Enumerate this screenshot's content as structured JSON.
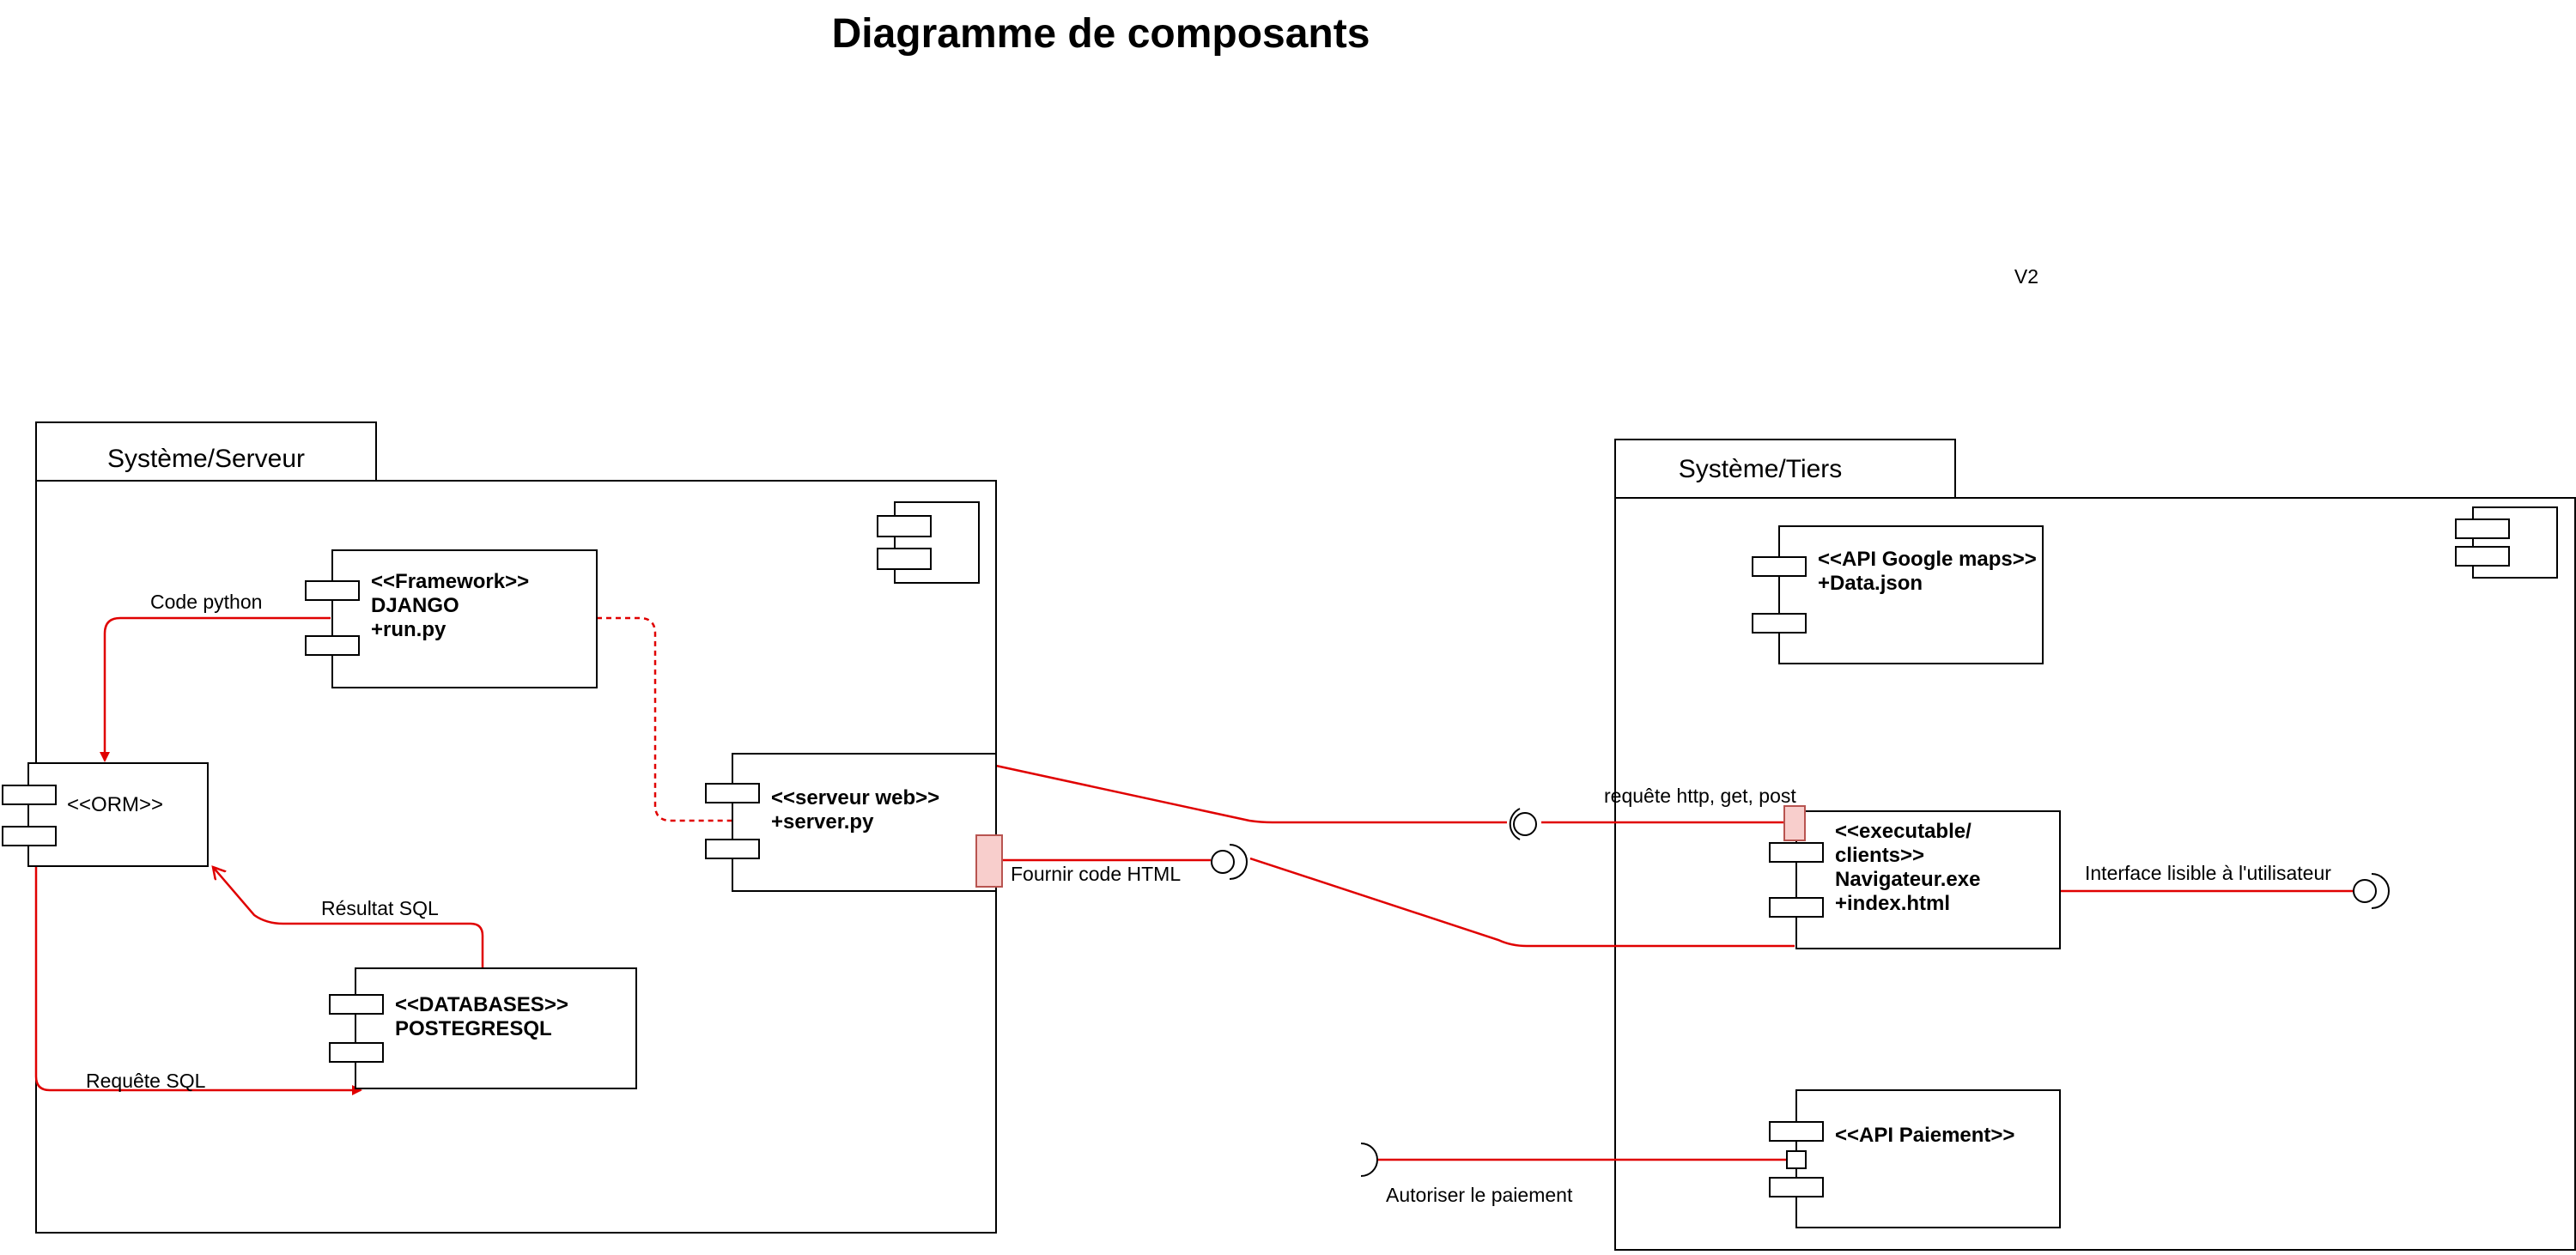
{
  "title": "Diagramme de composants",
  "version": "V2",
  "packages": {
    "server": "Système/Serveur",
    "third_party": "Système/Tiers"
  },
  "components": {
    "framework": {
      "stereotype": "<<Framework>>",
      "name": "DJANGO",
      "detail": "+run.py"
    },
    "orm": {
      "stereotype": "<<ORM>>"
    },
    "webserver": {
      "stereotype": "<<serveur web>>",
      "detail": "+server.py"
    },
    "database": {
      "stereotype": "<<DATABASES>>",
      "name": "POSTEGRESQL"
    },
    "google_maps": {
      "stereotype": "<<API Google maps>>",
      "detail": "+Data.json"
    },
    "browser": {
      "stereotype": "<<executable/",
      "stereotype2": "clients>>",
      "name": "Navigateur.exe",
      "detail": "+index.html"
    },
    "payment": {
      "stereotype": "<<API Paiement>>"
    }
  },
  "connectors": {
    "python_code": "Code python",
    "sql_result": "Résultat SQL",
    "sql_query": "Requête SQL",
    "html_provide": "Fournir code HTML",
    "http_request": "requête http, get, post",
    "user_interface": "Interface lisible à l'utilisateur",
    "authorize_payment": "Autoriser le paiement"
  },
  "colors": {
    "connector": "#e00000",
    "port_fill": "#f8cecc",
    "port_stroke": "#b85450"
  }
}
